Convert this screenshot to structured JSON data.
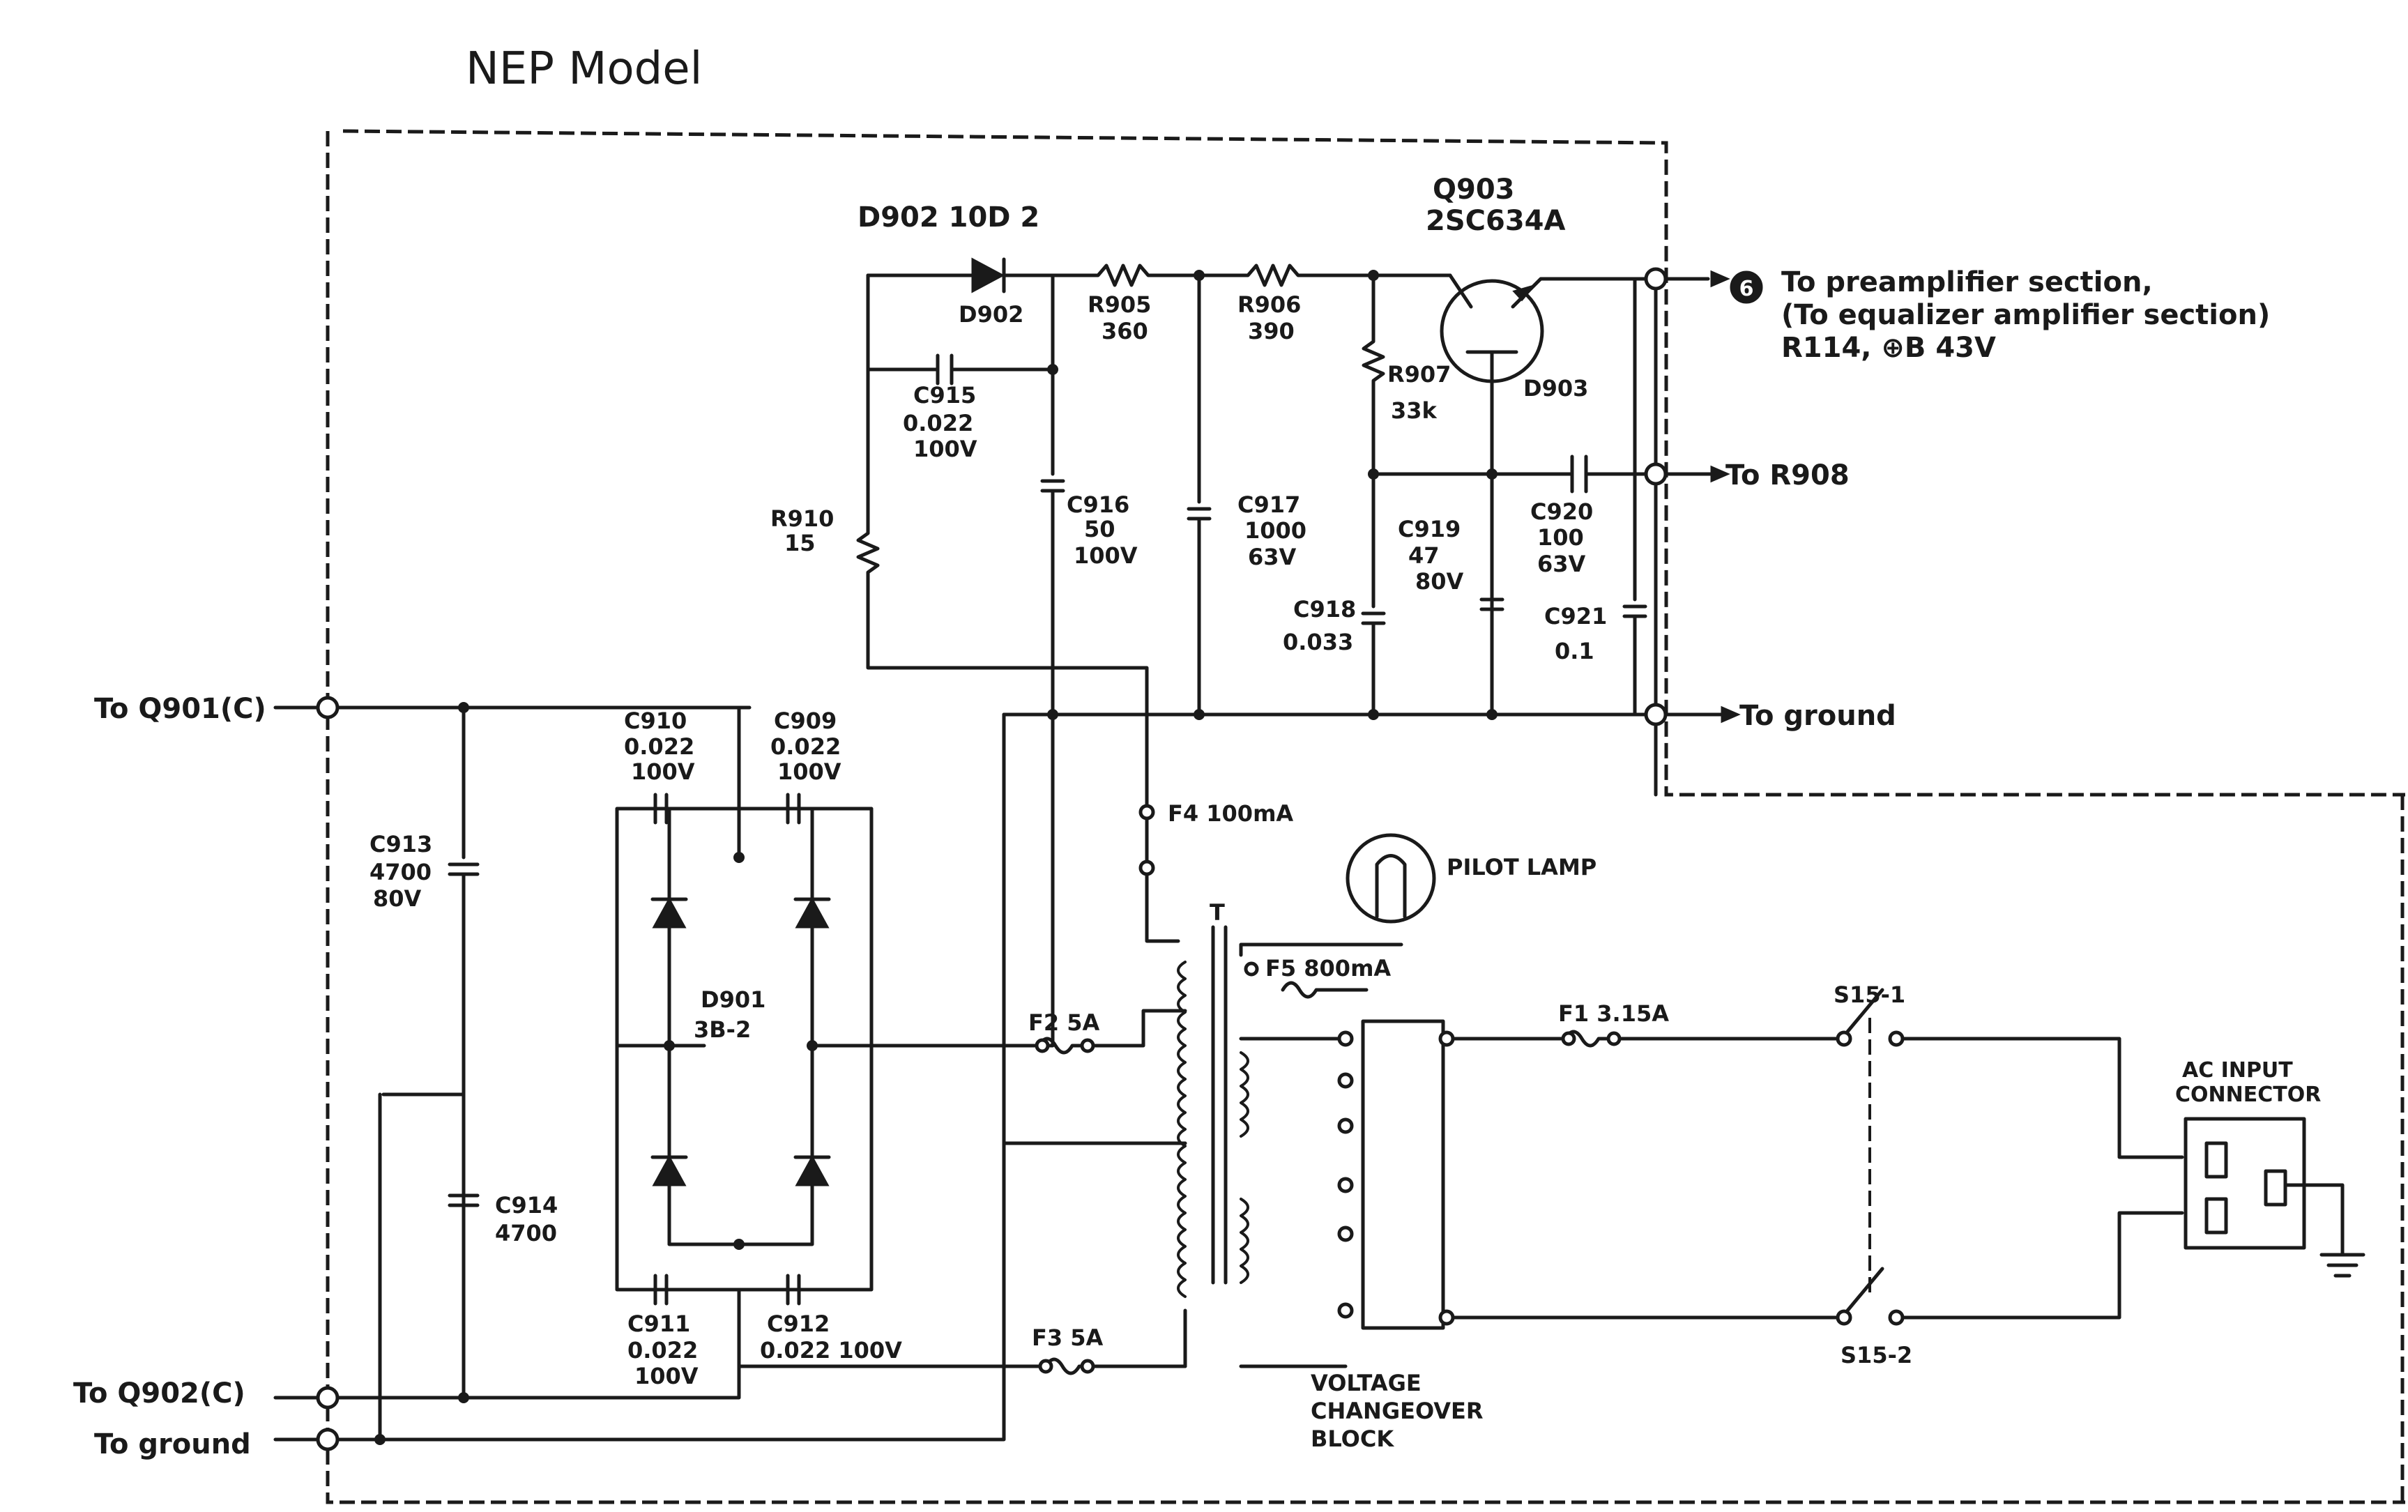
{
  "title": "NEP Model",
  "terminals": {
    "t1": "To preamplifier section,",
    "t1b": "(To equalizer amplifier section)",
    "t1c": "R114, ⊕B 43V",
    "t2": "To R908",
    "t3": "To ground",
    "t4": "To Q901(C)",
    "t5": "To Q902(C)",
    "t6": "To ground",
    "marker": "6"
  },
  "components": {
    "d902_top": "D902 10D 2",
    "q903a": "Q903",
    "q903b": "2SC634A",
    "d902": "D902",
    "r905a": "R905",
    "r905b": "360",
    "r906a": "R906",
    "r906b": "390",
    "r907a": "R907",
    "r907b": "33k",
    "d903": "D903",
    "c915a": "C915",
    "c915b": "0.022",
    "c915c": "100V",
    "r910a": "R910",
    "r910b": "15",
    "c916a": "C916",
    "c916b": "50",
    "c916c": "100V",
    "c917a": "C917",
    "c917b": "1000",
    "c917c": "63V",
    "c919a": "C919",
    "c919b": "47",
    "c919c": "80V",
    "c920a": "C920",
    "c920b": "100",
    "c920c": "63V",
    "c918a": "C918",
    "c918b": "0.033",
    "c921a": "C921",
    "c921b": "0.1",
    "c910a": "C910",
    "c910b": "0.022",
    "c910c": "100V",
    "c909a": "C909",
    "c909b": "0.022",
    "c909c": "100V",
    "c913a": "C913",
    "c913b": "4700",
    "c913c": "80V",
    "c914a": "C914",
    "c914b": "4700",
    "d901a": "D901",
    "d901b": "3B-2",
    "c911a": "C911",
    "c911b": "0.022",
    "c911c": "100V",
    "c912": "C912",
    "c912v": "0.022 100V",
    "f4": "F4 100mA",
    "f5": "F5 800mA",
    "f2": "F2 5A",
    "f3": "F3 5A",
    "f1": "F1 3.15A",
    "t": "T",
    "pilot": "PILOT LAMP",
    "s15_1": "S15-1",
    "s15_2": "S15-2",
    "vcb1": "VOLTAGE",
    "vcb2": "CHANGEOVER",
    "vcb3": "BLOCK",
    "ac1": "AC INPUT",
    "ac2": "CONNECTOR"
  },
  "colors": {
    "ink": "#1a1a1a",
    "paper": "#ffffff"
  }
}
